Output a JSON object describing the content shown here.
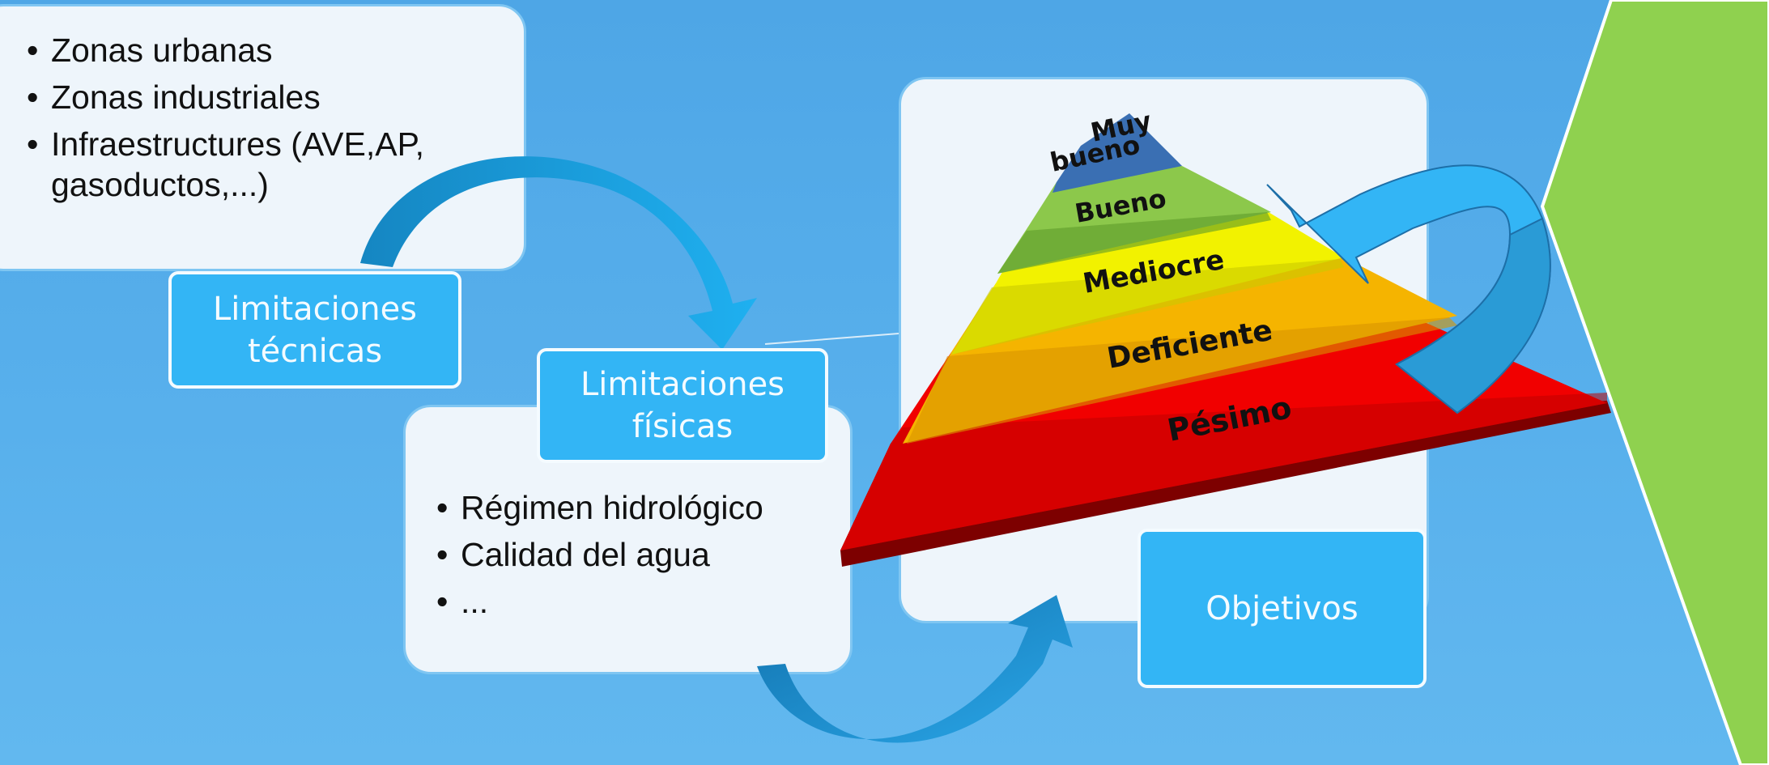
{
  "technical_card": {
    "items": [
      "Zonas urbanas",
      "Zonas industriales",
      "Infraestructures (AVE,AP, gasoductos,...)"
    ]
  },
  "technical_label": "Limitaciones técnicas",
  "physical_card": {
    "items": [
      "Régimen hidrológico",
      "Calidad del agua",
      "..."
    ]
  },
  "physical_label": "Limitaciones físicas",
  "objectives_label": "Objetivos",
  "pyramid": {
    "levels": [
      {
        "label": "Muy",
        "label2": "bueno",
        "color": "#3a6fb3"
      },
      {
        "label": "Bueno",
        "color": "#8cc84b"
      },
      {
        "label": "Mediocre",
        "color": "#f2f200"
      },
      {
        "label": "Deficiente",
        "color": "#f5b400"
      },
      {
        "label": "Pésimo",
        "color": "#f10000"
      }
    ]
  },
  "colors": {
    "background": "#55aeea",
    "label_fill": "#33b5f5",
    "card_fill": "#eef5fb",
    "side_panel": "#8fd14f",
    "arrow_dark": "#1d8fc9",
    "arrow_light": "#33b5f5"
  }
}
